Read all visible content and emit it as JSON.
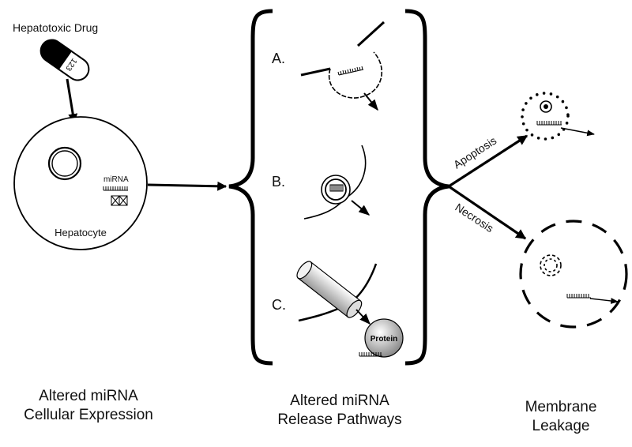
{
  "drug": {
    "label": "Hepatotoxic Drug",
    "pill_text": "123"
  },
  "cell": {
    "label": "Hepatocyte",
    "mirna_label": "miRNA"
  },
  "pathways": {
    "a_label": "A.",
    "b_label": "B.",
    "c_label": "C.",
    "protein_label": "Protein"
  },
  "leakage": {
    "apoptosis_label": "Apoptosis",
    "necrosis_label": "Necrosis"
  },
  "captions": {
    "left_line1": "Altered miRNA",
    "left_line2": "Cellular Expression",
    "middle_line1": "Altered miRNA",
    "middle_line2": "Release Pathways",
    "right_line1": "Membrane",
    "right_line2": "Leakage"
  }
}
